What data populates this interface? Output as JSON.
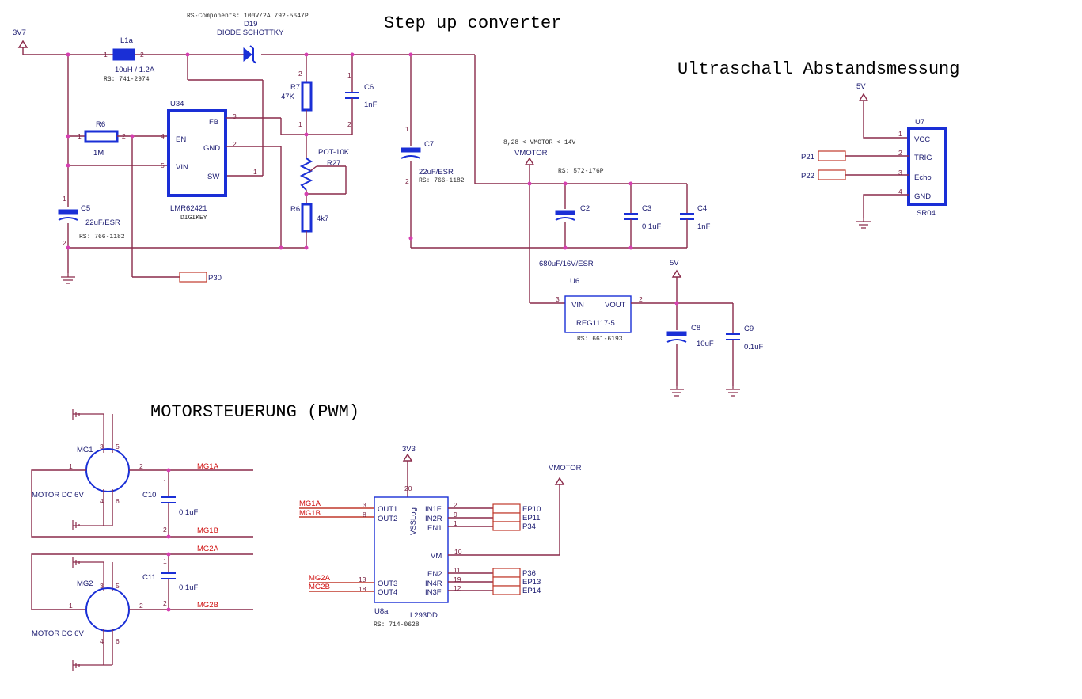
{
  "headings": {
    "step_up": "Step up converter",
    "ultra": "Ultraschall Abstandsmessung",
    "motor": "MOTORSTEUERUNG (PWM)"
  },
  "stepup": {
    "rs_diode": "RS-Components: 100V/2A  792-5647P",
    "d19": "D19",
    "d19_val": "DIODE SCHOTTKY",
    "rail": "3V7",
    "l1a": "L1a",
    "l1a_val": "10uH / 1.2A",
    "l1a_rs": "RS: 741-2974",
    "r6": "R6",
    "r6_val": "1M",
    "u34": "U34",
    "u34_part": "LMR62421",
    "u34_vendor": "DIGIKEY",
    "u34_en": "EN",
    "u34_vin": "VIN",
    "u34_fb": "FB",
    "u34_gnd": "GND",
    "u34_sw": "SW",
    "c5": "C5",
    "c5_val": "22uF/ESR",
    "c5_rs": "RS: 766-1182",
    "p30": "P30",
    "r7": "R7",
    "r7_val": "47K",
    "c6": "C6",
    "c6_val": "1nF",
    "pot": "POT-10K",
    "r27": "R27",
    "r6b": "R6",
    "r6b_val": "4k7",
    "c7": "C7",
    "c7_val": "22uF/ESR",
    "c7_rs": "RS: 766-1182",
    "vmotor_range": "8,28 < VMOTOR < 14V",
    "vmotor": "VMOTOR",
    "rs_c2": "RS: 572-176P",
    "c2": "C2",
    "c2_val": "680uF/16V/ESR",
    "c3": "C3",
    "c3_val": "0.1uF",
    "c4": "C4",
    "c4_val": "1nF",
    "u6": "U6",
    "u6_part": "REG1117-5",
    "u6_vin": "VIN",
    "u6_vout": "VOUT",
    "u6_rs": "RS: 661-6193",
    "v5": "5V",
    "c8": "C8",
    "c8_val": "10uF",
    "c9": "C9",
    "c9_val": "0.1uF"
  },
  "ultra": {
    "v5": "5V",
    "u7": "U7",
    "sr04": "SR04",
    "vcc": "VCC",
    "trig": "TRIG",
    "echo": "Echo",
    "gnd": "GND",
    "p21": "P21",
    "p22": "P22"
  },
  "motor": {
    "mg1": "MG1",
    "mg2": "MG2",
    "motor_dc": "MOTOR DC 6V",
    "c10": "C10",
    "c10_val": "0.1uF",
    "c11": "C11",
    "c11_val": "0.1uF",
    "mg1a": "MG1A",
    "mg1b": "MG1B",
    "mg2a": "MG2A",
    "mg2b": "MG2B",
    "v3v3": "3V3",
    "vmotor": "VMOTOR",
    "u8a": "U8a",
    "l293": "L293DD",
    "l293_rs": "RS: 714-0628",
    "vsslog": "VSSLog",
    "out1": "OUT1",
    "out2": "OUT2",
    "out3": "OUT3",
    "out4": "OUT4",
    "in1f": "IN1F",
    "in2r": "IN2R",
    "en1": "EN1",
    "vm": "VM",
    "en2": "EN2",
    "in4r": "IN4R",
    "in3f": "IN3F",
    "ep10": "EP10",
    "ep11": "EP11",
    "p34": "P34",
    "p36": "P36",
    "ep13": "EP13",
    "ep14": "EP14"
  },
  "pins": {
    "p1": "1",
    "p2": "2",
    "p3": "3",
    "p4": "4",
    "p5": "5",
    "p6": "6",
    "p8": "8",
    "p9": "9",
    "p10": "10",
    "p11": "11",
    "p12": "12",
    "p13": "13",
    "p18": "18",
    "p19": "19",
    "p20": "20"
  }
}
